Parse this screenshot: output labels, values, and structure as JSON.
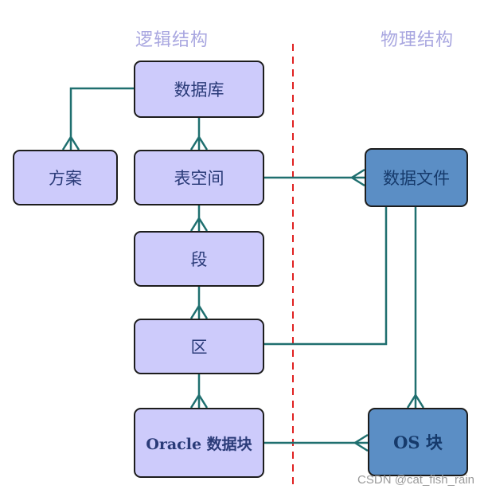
{
  "headers": {
    "logical": "逻辑结构",
    "physical": "物理结构"
  },
  "logical": {
    "database": "数据库",
    "schema": "方案",
    "tablespace": "表空间",
    "segment": "段",
    "extent": "区",
    "oracle_block": "Oracle 数据块"
  },
  "physical": {
    "datafile": "数据文件",
    "os_block": "OS 块"
  },
  "colors": {
    "line": "#1f6f6f",
    "divider": "#e02020",
    "logical_fill": "#cdcbfb",
    "physical_fill": "#5b8ec5"
  },
  "watermark": "CSDN @cat_fish_rain"
}
